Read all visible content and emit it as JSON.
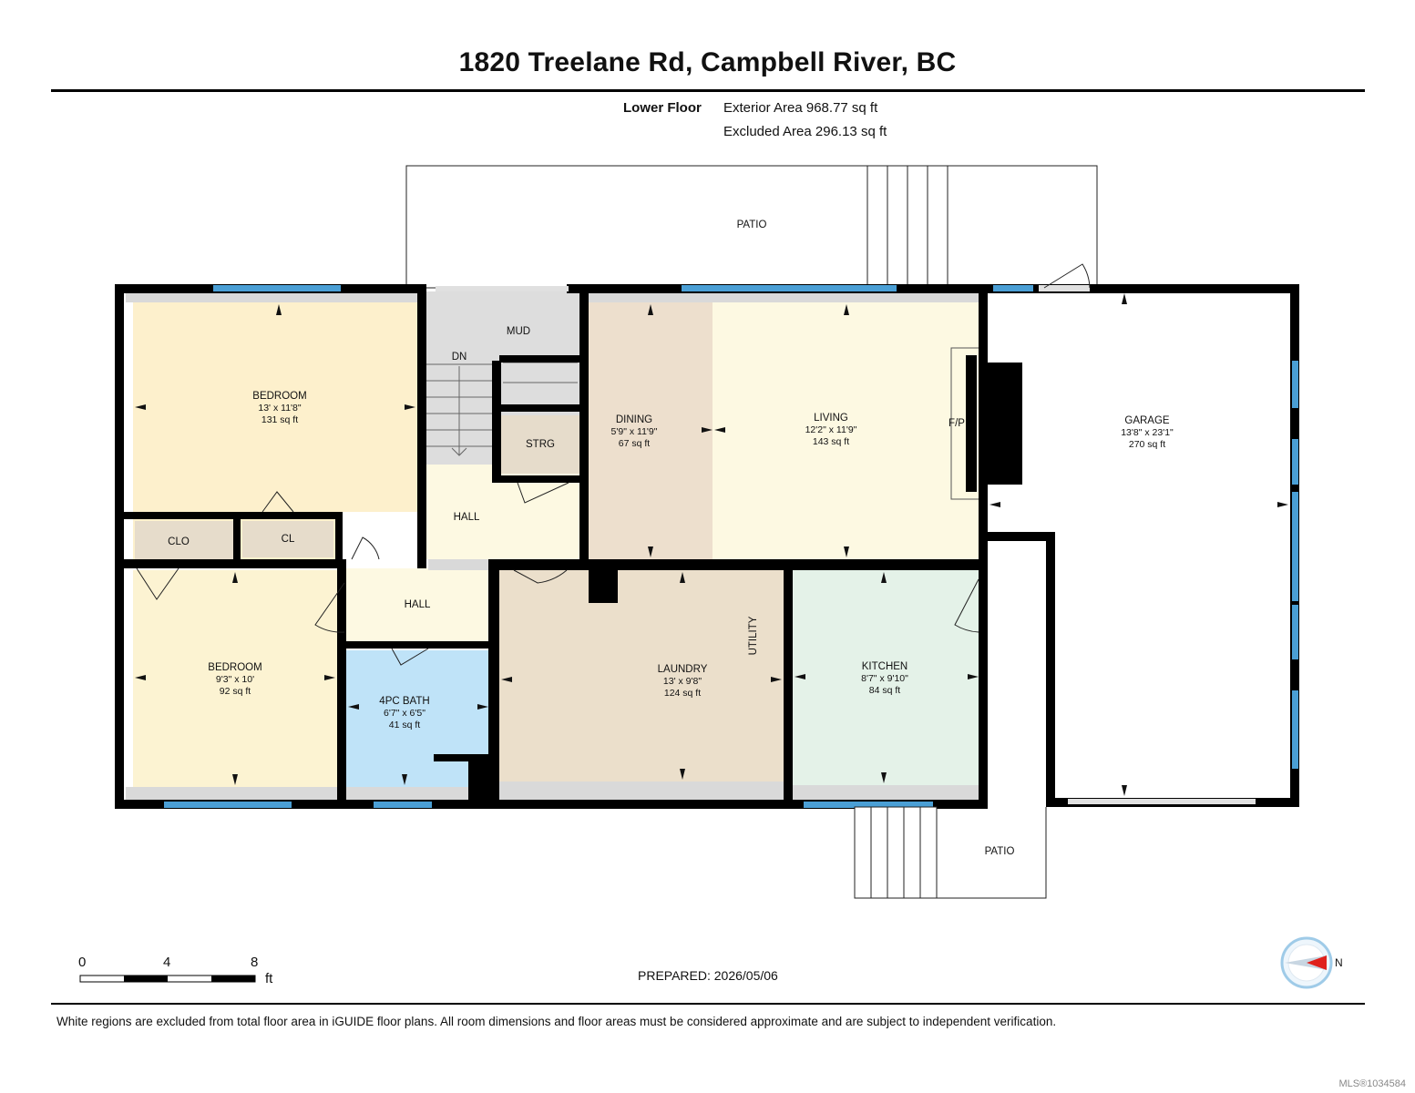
{
  "header": {
    "title": "1820 Treelane Rd, Campbell River, BC",
    "floor_label": "Lower Floor",
    "exterior_area": "Exterior Area 968.77 sq ft",
    "excluded_area": "Excluded Area 296.13 sq ft"
  },
  "rooms": {
    "bedroom1": {
      "name": "BEDROOM",
      "dims": "13' x 11'8\"",
      "area": "131 sq ft"
    },
    "bedroom2": {
      "name": "BEDROOM",
      "dims": "9'3\" x 10'",
      "area": "92 sq ft"
    },
    "bath": {
      "name": "4PC BATH",
      "dims": "6'7\" x 6'5\"",
      "area": "41 sq ft"
    },
    "laundry": {
      "name": "LAUNDRY",
      "dims": "13' x 9'8\"",
      "area": "124 sq ft"
    },
    "kitchen": {
      "name": "KITCHEN",
      "dims": "8'7\" x 9'10\"",
      "area": "84 sq ft"
    },
    "dining": {
      "name": "DINING",
      "dims": "5'9\" x 11'9\"",
      "area": "67 sq ft"
    },
    "living": {
      "name": "LIVING",
      "dims": "12'2\" x 11'9\"",
      "area": "143 sq ft"
    },
    "garage": {
      "name": "GARAGE",
      "dims": "13'8\" x 23'1\"",
      "area": "270 sq ft"
    }
  },
  "labels": {
    "patio_top": "PATIO",
    "patio_bottom": "PATIO",
    "mud": "MUD",
    "dn": "DN",
    "strg": "STRG",
    "hall_upper": "HALL",
    "hall_lower": "HALL",
    "clo": "CLO",
    "cl": "CL",
    "utility": "UTILITY",
    "fp": "F/P"
  },
  "colors": {
    "bedroom": "#fdf0cc",
    "bedroom2": "#fcf3d2",
    "bath": "#bfe3f8",
    "laundry": "#ebdfcb",
    "kitchen": "#e4f2e8",
    "dining": "#eddfcd",
    "living": "#fdf9e2",
    "hall": "#fdf9e2",
    "mud": "#dddddd",
    "closet": "#e6dccb",
    "wall": "#000000",
    "window": "#4a9fd5"
  },
  "scale": {
    "t0": "0",
    "t4": "4",
    "t8": "8",
    "unit": "ft"
  },
  "compass": {
    "label": "N"
  },
  "footer": {
    "prepared": "PREPARED: 2026/05/06",
    "disclaimer": "White regions are excluded from total floor area in iGUIDE floor plans. All room dimensions and floor areas must be considered approximate and are subject to independent verification.",
    "mls": "MLS®1034584"
  }
}
